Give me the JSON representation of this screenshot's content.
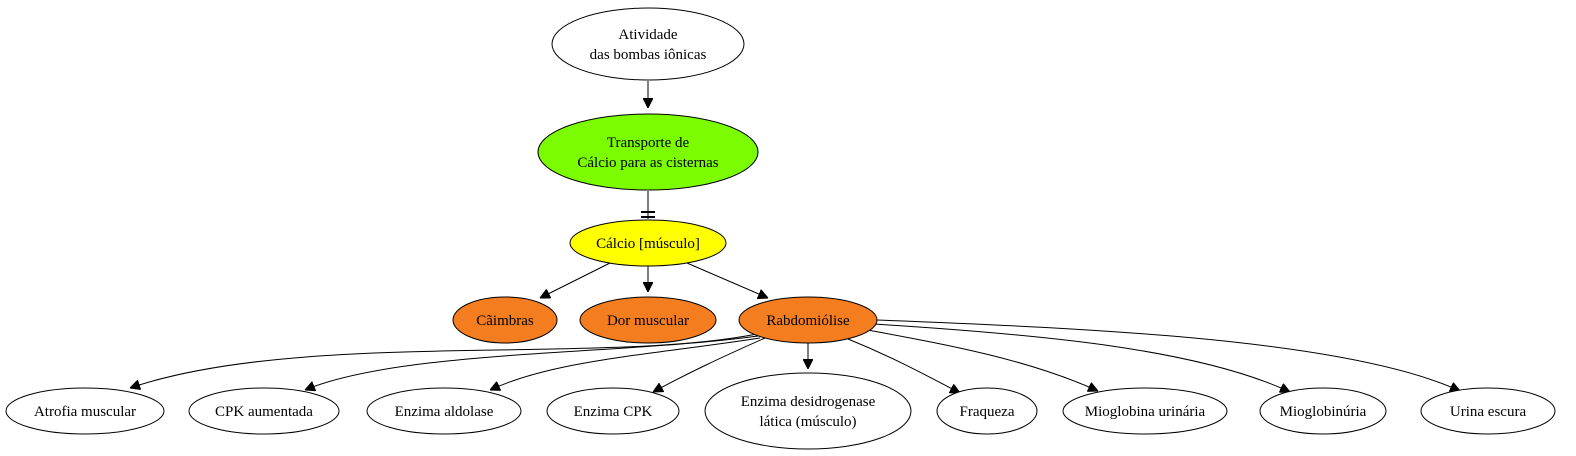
{
  "diagram": {
    "nodes": [
      {
        "id": "atividade",
        "lines": [
          "Atividade",
          "das bombas iônicas"
        ],
        "fill": "#ffffff"
      },
      {
        "id": "transporte",
        "lines": [
          "Transporte de",
          "Cálcio para as cisternas"
        ],
        "fill": "#7cfc00"
      },
      {
        "id": "calcio",
        "lines": [
          "Cálcio [músculo]"
        ],
        "fill": "#ffff00"
      },
      {
        "id": "caimbras",
        "lines": [
          "Cãimbras"
        ],
        "fill": "#f47d20"
      },
      {
        "id": "dor",
        "lines": [
          "Dor muscular"
        ],
        "fill": "#f47d20"
      },
      {
        "id": "rabdo",
        "lines": [
          "Rabdomiólise"
        ],
        "fill": "#f47d20"
      },
      {
        "id": "atrofia",
        "lines": [
          "Atrofia muscular"
        ],
        "fill": "#ffffff"
      },
      {
        "id": "cpk_aum",
        "lines": [
          "CPK aumentada"
        ],
        "fill": "#ffffff"
      },
      {
        "id": "aldolase",
        "lines": [
          "Enzima aldolase"
        ],
        "fill": "#ffffff"
      },
      {
        "id": "enz_cpk",
        "lines": [
          "Enzima CPK"
        ],
        "fill": "#ffffff"
      },
      {
        "id": "ldh",
        "lines": [
          "Enzima desidrogenase",
          "lática (músculo)"
        ],
        "fill": "#ffffff"
      },
      {
        "id": "fraqueza",
        "lines": [
          "Fraqueza"
        ],
        "fill": "#ffffff"
      },
      {
        "id": "mio_urin",
        "lines": [
          "Mioglobina urinária"
        ],
        "fill": "#ffffff"
      },
      {
        "id": "mioglobinuria",
        "lines": [
          "Mioglobinúria"
        ],
        "fill": "#ffffff"
      },
      {
        "id": "urina",
        "lines": [
          "Urina escura"
        ],
        "fill": "#ffffff"
      }
    ],
    "edges": [
      {
        "from": "atividade",
        "to": "transporte",
        "head": "arrow"
      },
      {
        "from": "transporte",
        "to": "calcio",
        "head": "tee"
      },
      {
        "from": "calcio",
        "to": "caimbras",
        "head": "arrow"
      },
      {
        "from": "calcio",
        "to": "dor",
        "head": "arrow"
      },
      {
        "from": "calcio",
        "to": "rabdo",
        "head": "arrow"
      },
      {
        "from": "rabdo",
        "to": "atrofia",
        "head": "arrow"
      },
      {
        "from": "rabdo",
        "to": "cpk_aum",
        "head": "arrow"
      },
      {
        "from": "rabdo",
        "to": "aldolase",
        "head": "arrow"
      },
      {
        "from": "rabdo",
        "to": "enz_cpk",
        "head": "arrow"
      },
      {
        "from": "rabdo",
        "to": "ldh",
        "head": "arrow"
      },
      {
        "from": "rabdo",
        "to": "fraqueza",
        "head": "arrow"
      },
      {
        "from": "rabdo",
        "to": "mio_urin",
        "head": "arrow"
      },
      {
        "from": "rabdo",
        "to": "mioglobinuria",
        "head": "arrow"
      },
      {
        "from": "rabdo",
        "to": "urina",
        "head": "arrow"
      }
    ]
  }
}
